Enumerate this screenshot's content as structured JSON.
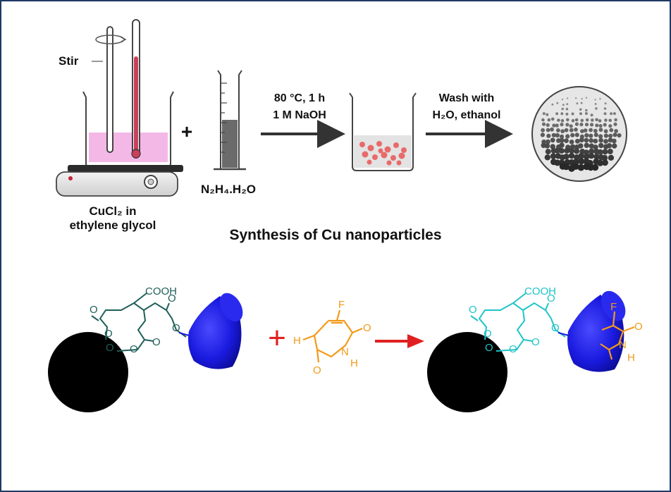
{
  "top": {
    "stir_label": "Stir",
    "plus": "+",
    "flask_label_line1": "CuCl₂ in",
    "flask_label_line2": "ethylene glycol",
    "reagent_label": "N₂H₄.H₂O",
    "step1_line1": "80 °C, 1 h",
    "step1_line2": "1 M NaOH",
    "step2_line1": "Wash with",
    "step2_line2": "H₂O, ethanol",
    "title": "Synthesis of Cu nanoparticles"
  },
  "bottom": {
    "cooh_left": "COOH",
    "cooh_right": "COOH",
    "plus": "+",
    "atom_F": "F",
    "atom_H_left": "H",
    "atom_N": "N",
    "atom_H_N": "H",
    "atom_F_product": "F",
    "atom_N_product": "N",
    "atom_H_product": "H"
  },
  "colors": {
    "frame": "#1f3864",
    "solution_pink": "#f4b8e6",
    "thermometer_red": "#c8405a",
    "reagent_gray": "#6b6b6b",
    "nanoparticle_red": "#e86a6a",
    "linker_dark_teal": "#1f5f5a",
    "linker_cyan": "#1fc4c9",
    "drug_orange": "#f29a1a",
    "cyclodextrin_blue": "#1a1adf",
    "reaction_arrow_red": "#e02020"
  }
}
